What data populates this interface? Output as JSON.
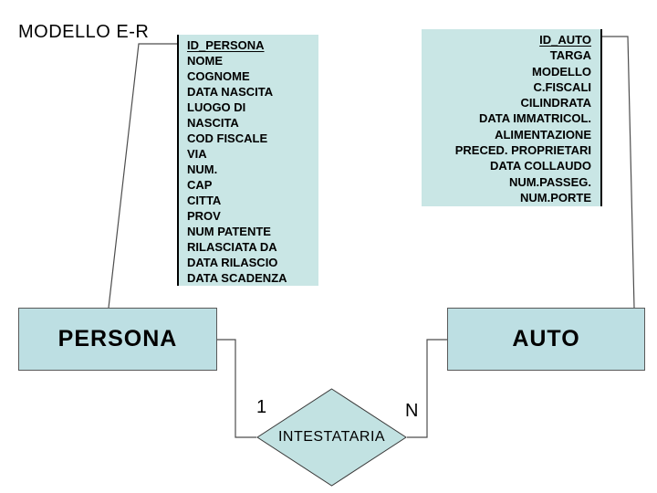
{
  "slide": {
    "title": "MODELLO E-R"
  },
  "colors": {
    "attr-fill": "#c9e6e5",
    "entity-fill": "#bddfe3",
    "diamond-fill": "#c2e2e2",
    "line-color": "#4d4d4d",
    "bar-color": "#000000",
    "text-color": "#000000"
  },
  "persona_attributes": {
    "key": "ID_PERSONA",
    "lines": [
      "NOME",
      "COGNOME",
      "DATA NASCITA",
      "LUOGO DI",
      "NASCITA",
      "COD FISCALE",
      "VIA",
      "NUM.",
      "CAP",
      "CITTA",
      "PROV",
      "NUM PATENTE",
      "RILASCIATA DA",
      "DATA RILASCIO",
      "DATA SCADENZA"
    ]
  },
  "auto_attributes": {
    "key": "ID_AUTO",
    "lines": [
      "TARGA",
      "MODELLO",
      "C.FISCALI",
      "CILINDRATA",
      "DATA IMMATRICOL.",
      "ALIMENTAZIONE",
      "PRECED. PROPRIETARI",
      "DATA COLLAUDO",
      "NUM.PASSEG.",
      "NUM.PORTE"
    ]
  },
  "entities": {
    "persona": "PERSONA",
    "auto": "AUTO"
  },
  "relationship": {
    "name": "INTESTATARIA",
    "cardinality_left": "1",
    "cardinality_right": "N"
  }
}
